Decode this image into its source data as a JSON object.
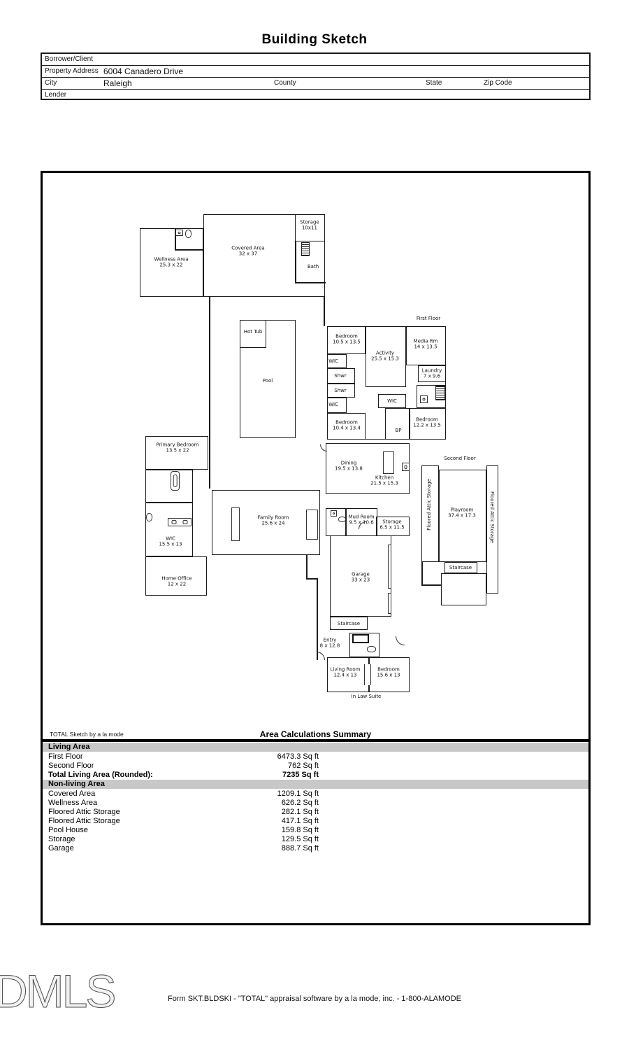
{
  "header": {
    "title": "Building Sketch",
    "rows": {
      "borrower_label": "Borrower/Client",
      "property_label": "Property Address",
      "property_value": "6004 Canadero Drive",
      "city_label": "City",
      "city_value": "Raleigh",
      "county_label": "County",
      "state_label": "State",
      "zip_label": "Zip Code",
      "lender_label": "Lender"
    }
  },
  "sketch": {
    "floor_labels": {
      "first": "First Floor",
      "second": "Second Floor",
      "in_law": "In Law Suite"
    },
    "rooms": {
      "wellness": {
        "name": "Wellness Area",
        "dims": "25.3 x 22"
      },
      "covered": {
        "name": "Covered Area",
        "dims": "32 x 37"
      },
      "storage_pool": {
        "name": "Storage",
        "dims": "10x11"
      },
      "bath_pool": {
        "name": "Bath"
      },
      "hot_tub": {
        "name": "Hot Tub"
      },
      "pool": {
        "name": "Pool"
      },
      "bedroom1": {
        "name": "Bedroom",
        "dims": "10.5 x 13.5"
      },
      "wic1": {
        "name": "WIC"
      },
      "shwr1": {
        "name": "Shwr"
      },
      "shwr2": {
        "name": "Shwr"
      },
      "wic2": {
        "name": "WIC"
      },
      "bedroom2": {
        "name": "Bedroom",
        "dims": "10.4 x 13.4"
      },
      "activity": {
        "name": "Activity",
        "dims": "25.5 x 15.3"
      },
      "media": {
        "name": "Media Rm",
        "dims": "14 x 13.5"
      },
      "laundry": {
        "name": "Laundry",
        "dims": "7 x 9.6"
      },
      "wic3": {
        "name": "WIC"
      },
      "bp": {
        "name": "BP"
      },
      "bedroom3": {
        "name": "Bedroom",
        "dims": "12.2 x 13.5"
      },
      "primary_bedroom": {
        "name": "Primary Bedroom",
        "dims": "13.5 x 22"
      },
      "wic4": {
        "name": "WIC",
        "dims": "15.5 x 13"
      },
      "home_office": {
        "name": "Home Office",
        "dims": "12 x 22"
      },
      "family_room": {
        "name": "Family Room",
        "dims": "25.6 x 24"
      },
      "dining": {
        "name": "Dining",
        "dims": "19.5 x 13.8"
      },
      "kitchen": {
        "name": "Kitchen",
        "dims": "21.5 x 15.3"
      },
      "mud_room": {
        "name": "Mud Room",
        "dims": "9.5 x 10.6"
      },
      "storage_main": {
        "name": "Storage",
        "dims": "6.5 x 11.5"
      },
      "garage": {
        "name": "Garage",
        "dims": "33 x 23"
      },
      "staircase_garage": {
        "name": "Staircase"
      },
      "entry": {
        "name": "Entry",
        "dims": "8 x 12.8"
      },
      "living_room": {
        "name": "Living Room",
        "dims": "12.4 x 13"
      },
      "bedroom4": {
        "name": "Bedroom",
        "dims": "15.6 x 13"
      },
      "playroom": {
        "name": "Playroom",
        "dims": "37.4 x 17.3"
      },
      "attic_left": {
        "name": "Floored Attic Storage"
      },
      "attic_right": {
        "name": "Floored Attic Storage"
      },
      "staircase_second": {
        "name": "Staircase"
      }
    },
    "icons": {
      "stairs-icon": "hatched-rectangle",
      "toilet-icon": "rounded-rectangle",
      "sink-icon": "rectangle-with-circle",
      "tub-icon": "rounded-rectangle",
      "washer-icon": "square-with-circle",
      "door-arc-icon": "quarter-circle",
      "garage-door-icon": "thin-rectangle"
    }
  },
  "summary": {
    "branding": "TOTAL Sketch by a la mode",
    "title": "Area Calculations Summary",
    "living_header": "Living Area",
    "nonliving_header": "Non-living Area",
    "living_rows": [
      {
        "label": "First Floor",
        "value": "6473.3 Sq ft"
      },
      {
        "label": "Second Floor",
        "value": "762 Sq ft"
      }
    ],
    "total_row": {
      "label": "Total Living Area (Rounded):",
      "value": "7235 Sq ft"
    },
    "nonliving_rows": [
      {
        "label": "Covered Area",
        "value": "1209.1 Sq ft"
      },
      {
        "label": "Wellness Area",
        "value": "626.2 Sq ft"
      },
      {
        "label": "Floored Attic Storage",
        "value": "282.1 Sq ft"
      },
      {
        "label": "Floored Attic Storage",
        "value": "417.1 Sq ft"
      },
      {
        "label": "Pool House",
        "value": "159.8 Sq ft"
      },
      {
        "label": "Storage",
        "value": "129.5 Sq ft"
      },
      {
        "label": "Garage",
        "value": "888.7 Sq ft"
      }
    ]
  },
  "footer": {
    "form_line": "Form SKT.BLDSKI - \"TOTAL\" appraisal software by a la mode, inc. - 1-800-ALAMODE",
    "watermark": "DMLS"
  },
  "colors": {
    "wall": "#1b1b1b",
    "section_bar": "#c8c8c8",
    "paper": "#ffffff"
  }
}
